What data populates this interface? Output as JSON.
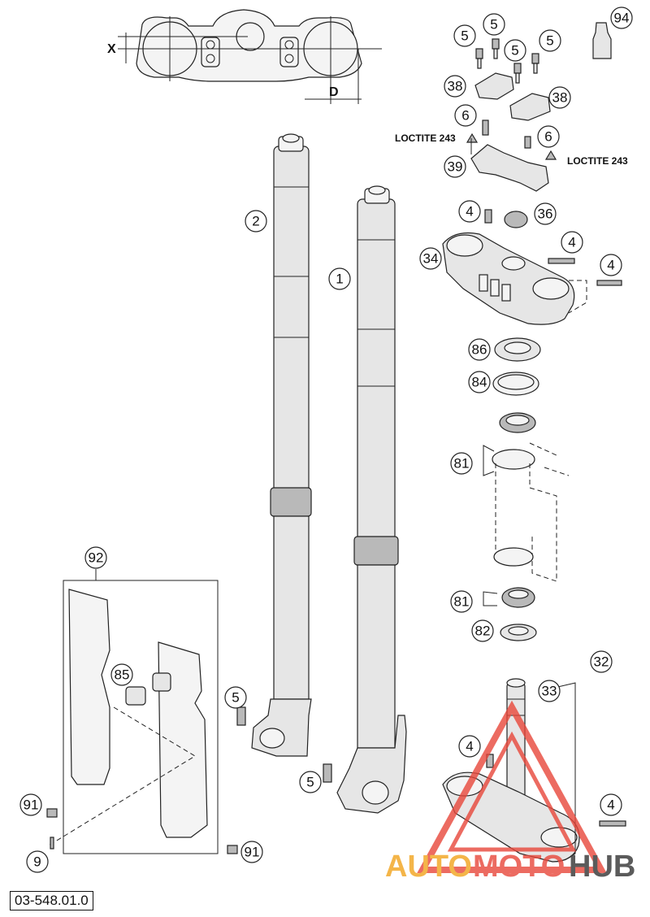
{
  "diagram_code": "03-548.01.0",
  "dimension_labels": {
    "x": "X",
    "d": "D"
  },
  "loctite_labels": [
    "LOCTITE 243",
    "LOCTITE 243"
  ],
  "callouts": [
    "94",
    "5",
    "5",
    "5",
    "5",
    "38",
    "38",
    "6",
    "6",
    "39",
    "4",
    "36",
    "4",
    "34",
    "4",
    "2",
    "1",
    "86",
    "84",
    "81",
    "81",
    "82",
    "92",
    "85",
    "5",
    "5",
    "32",
    "33",
    "4",
    "4",
    "91",
    "91",
    "9"
  ],
  "watermark": {
    "part1": "AUTO",
    "part2": "MOTO",
    "part3": "HUB"
  },
  "colors": {
    "watermark_orange": "#f2a31c",
    "watermark_red": "#e8473a",
    "watermark_dark": "#333333"
  }
}
